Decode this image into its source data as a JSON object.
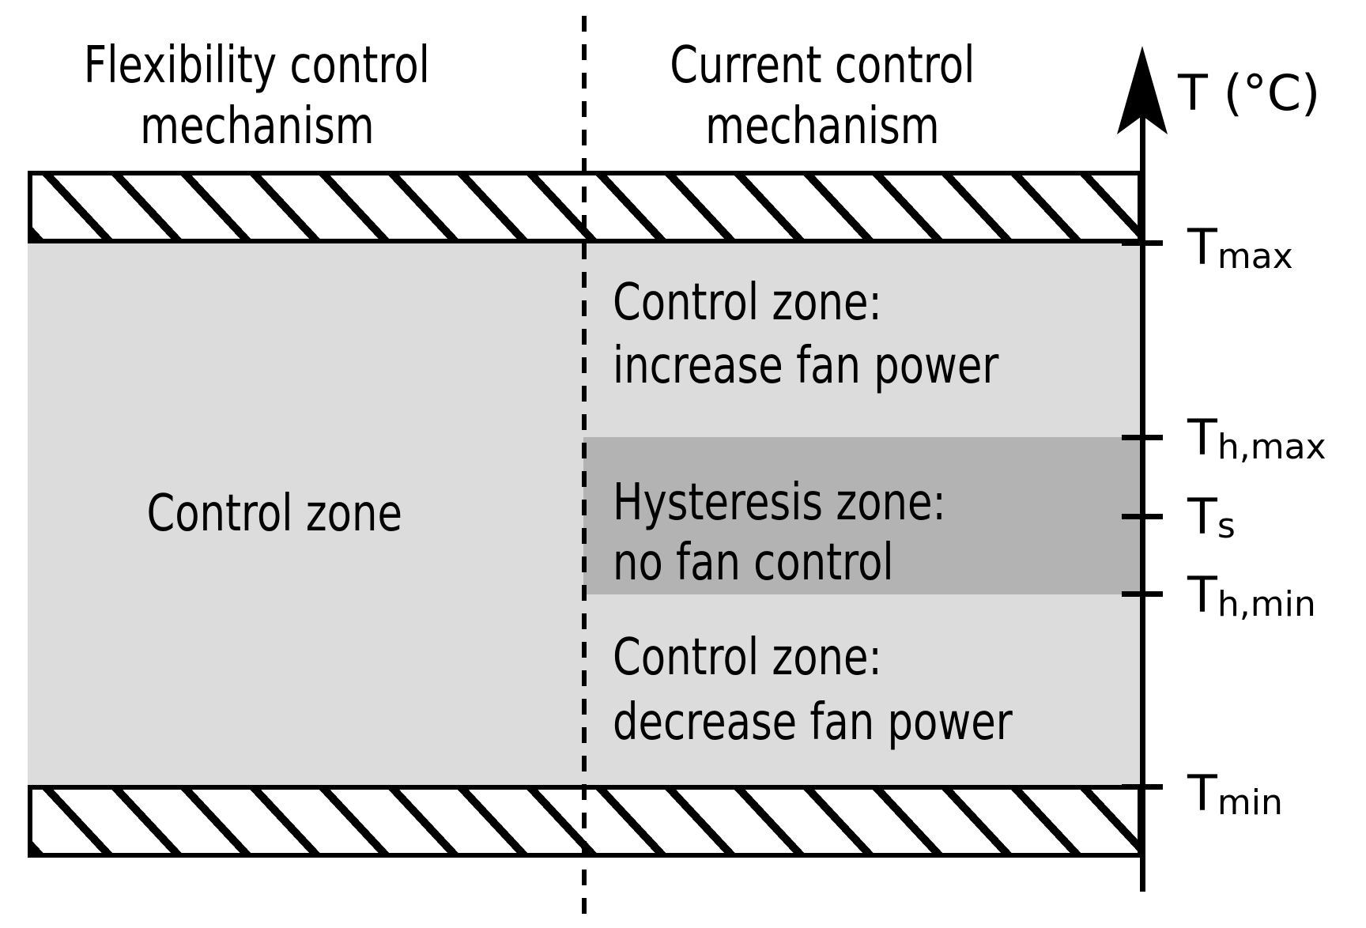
{
  "figure": {
    "columns": {
      "left_header": {
        "line1": "Flexibility control",
        "line2": "mechanism"
      },
      "right_header": {
        "line1": "Current control",
        "line2": "mechanism"
      }
    },
    "axis": {
      "title": "T (°C)",
      "ticks": [
        {
          "main": "T",
          "sub": "max"
        },
        {
          "main": "T",
          "sub": "h,max"
        },
        {
          "main": "T",
          "sub": "s"
        },
        {
          "main": "T",
          "sub": "h,min"
        },
        {
          "main": "T",
          "sub": "min"
        }
      ]
    },
    "zones": {
      "flexibility": {
        "line1": "Control zone"
      },
      "increase": {
        "line1": "Control zone:",
        "line2": "increase fan power"
      },
      "hysteresis": {
        "line1": "Hysteresis zone:",
        "line2": "no fan control"
      },
      "decrease": {
        "line1": "Control zone:",
        "line2": "decrease fan power"
      }
    },
    "colors": {
      "zone_light": "#dcdcdc",
      "zone_dark": "#b3b3b3",
      "line": "#000000",
      "background": "#ffffff"
    }
  }
}
